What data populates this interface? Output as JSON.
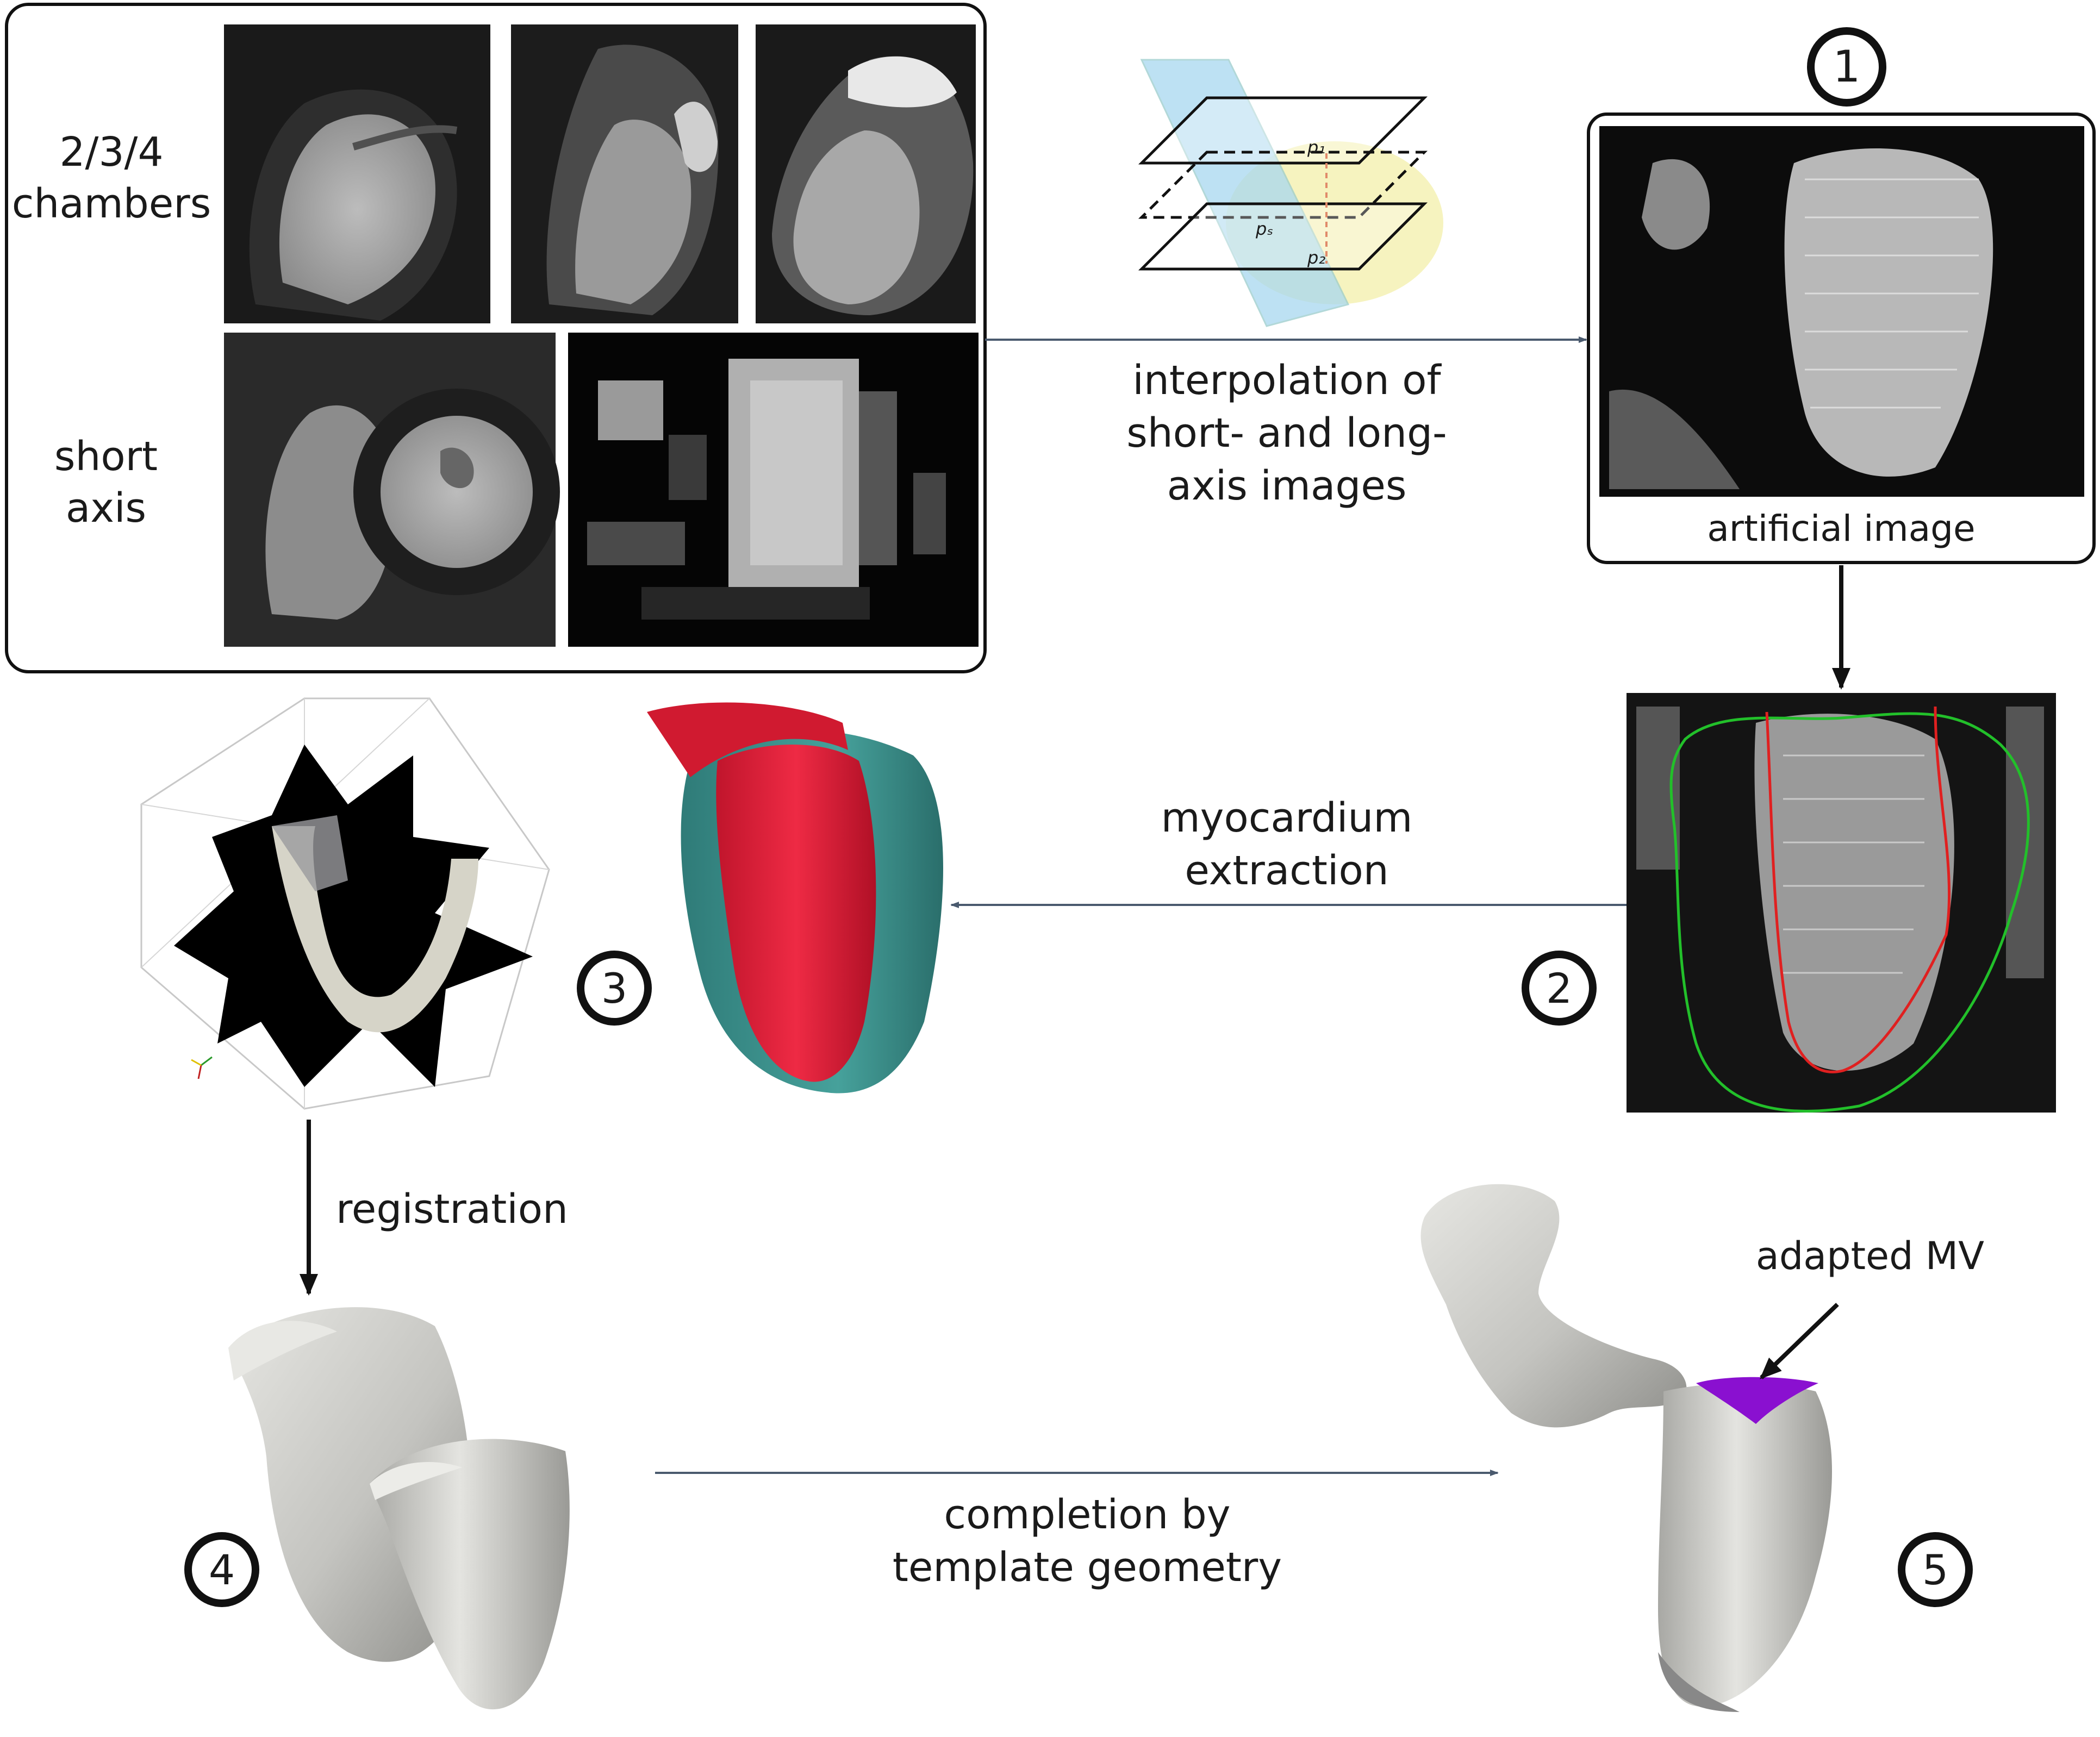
{
  "input_box": {
    "row1_label": [
      "2/3/4",
      "chambers"
    ],
    "row2_label": [
      "short",
      "axis"
    ]
  },
  "interp": {
    "plane_labels": [
      "p₁",
      "pₛ",
      "p₂"
    ],
    "caption": [
      "interpolation of",
      "short- and long-",
      "axis images"
    ]
  },
  "step1": {
    "number": "1",
    "caption": "artificial image"
  },
  "step2": {
    "number": "2"
  },
  "step3": {
    "number": "3"
  },
  "step4": {
    "number": "4"
  },
  "step5": {
    "number": "5"
  },
  "myocardium": {
    "caption": [
      "myocardium",
      "extraction"
    ]
  },
  "registration": {
    "caption": "registration"
  },
  "completion": {
    "caption": [
      "completion by",
      "template geometry"
    ]
  },
  "mv": {
    "caption": "adapted MV"
  },
  "colors": {
    "arrow": "#4a5a6e",
    "contour_green": "#22c02a",
    "contour_red": "#e02020",
    "endo_red": "#e0203a",
    "epi_teal": "#3a8f8a",
    "mv_purple": "#8a10d0",
    "mesh_gray": "#c8c8c4"
  }
}
